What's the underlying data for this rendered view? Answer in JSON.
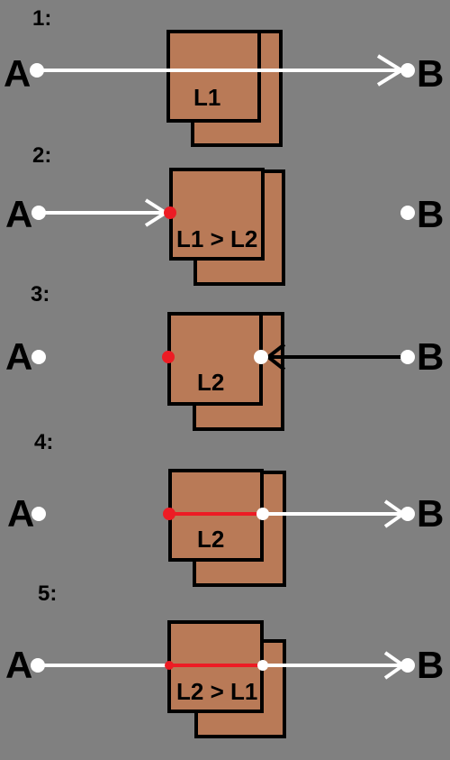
{
  "colors": {
    "background": "#808080",
    "box_fill": "#b97a57",
    "box_stroke": "#000000",
    "forward_arrow": "#ffffff",
    "reverse_arrow": "#000000",
    "highlight": "#ed1c24",
    "endpoint": "#ffffff",
    "label": "#000000"
  },
  "steps": [
    {
      "number": "1:",
      "label_a": "A",
      "label_b": "B",
      "box_label": "L1"
    },
    {
      "number": "2:",
      "label_a": "A",
      "label_b": "B",
      "box_label": "L1 > L2"
    },
    {
      "number": "3:",
      "label_a": "A",
      "label_b": "B",
      "box_label": "L2"
    },
    {
      "number": "4:",
      "label_a": "A",
      "label_b": "B",
      "box_label": "L2"
    },
    {
      "number": "5:",
      "label_a": "A",
      "label_b": "B",
      "box_label": "L2 > L1"
    }
  ]
}
